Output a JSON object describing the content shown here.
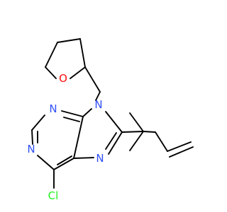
{
  "atoms": {
    "oxygen": {
      "text": "O",
      "color": "#ff0d0d"
    },
    "n_top_left": {
      "text": "N",
      "color": "#3050f8"
    },
    "n_nine": {
      "text": "N",
      "color": "#3050f8"
    },
    "n_left": {
      "text": "N",
      "color": "#3050f8"
    },
    "n_seven": {
      "text": "N",
      "color": "#3050f8"
    },
    "chlorine": {
      "text": "Cl",
      "color": "#1ff01f"
    }
  }
}
